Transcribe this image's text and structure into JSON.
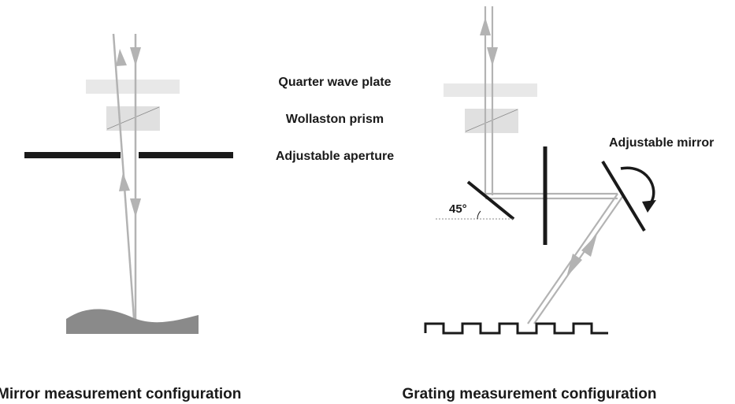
{
  "labels": {
    "quarter_wave_plate": "Quarter wave plate",
    "wollaston_prism": "Wollaston prism",
    "adjustable_aperture": "Adjustable aperture",
    "adjustable_mirror": "Adjustable mirror",
    "angle": "45°"
  },
  "captions": {
    "mirror": "Mirror measurement configuration",
    "grating": "Grating measurement configuration"
  },
  "colors": {
    "beam": "#b3b3b3",
    "plate": "#e8e8e8",
    "prism": "#e0e0e0",
    "dark": "#1a1a1a",
    "surface": "#8a8a8a"
  }
}
